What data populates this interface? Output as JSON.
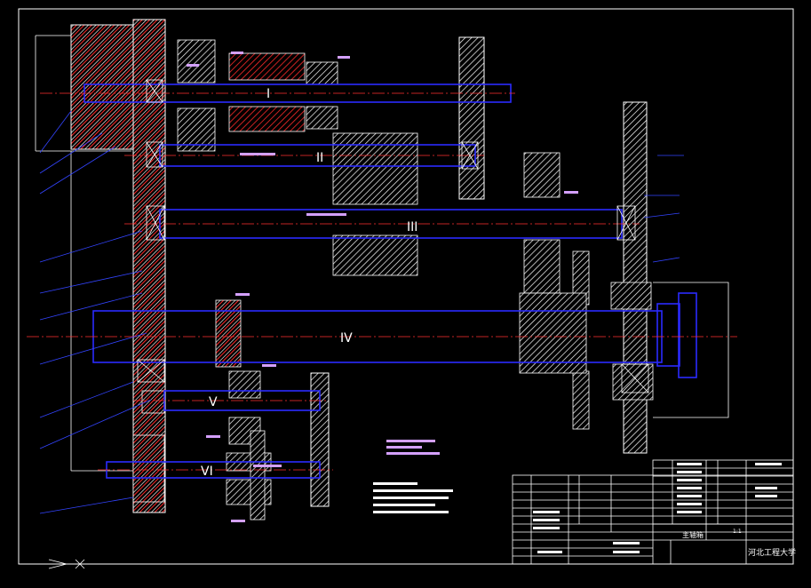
{
  "drawing": {
    "shaft_labels": [
      "I",
      "II",
      "III",
      "IV",
      "V",
      "VI"
    ],
    "title_block": {
      "drawing_name": "主轴箱",
      "school": "河北工程大学",
      "scale": "1:1"
    }
  },
  "colors": {
    "background": "#000000",
    "outline": "#ffffff",
    "shaft": "#2222ff",
    "hatch": "#ff3030",
    "centerline": "#ff3030",
    "leader": "#3344ff",
    "highlight": "#d4a0ff"
  }
}
